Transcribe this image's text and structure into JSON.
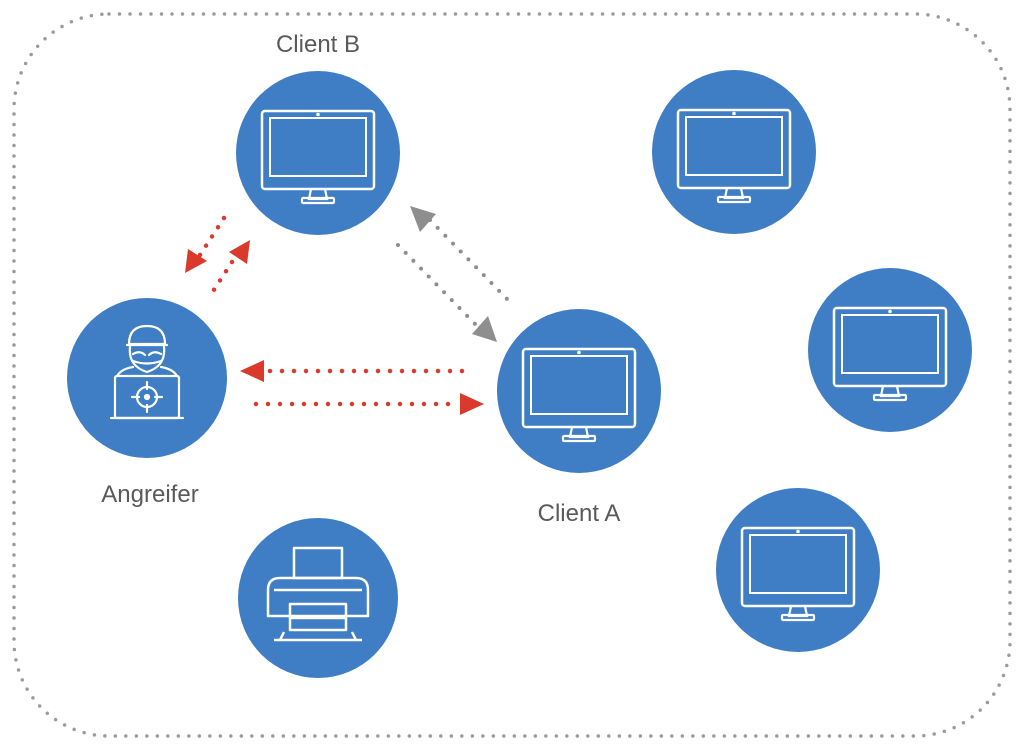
{
  "diagram": {
    "labels": {
      "client_b": "Client B",
      "client_a": "Client A",
      "attacker": "Angreifer"
    },
    "nodes": [
      {
        "id": "client-b",
        "icon": "monitor-icon",
        "label_key": "client_b"
      },
      {
        "id": "client-a",
        "icon": "monitor-icon",
        "label_key": "client_a"
      },
      {
        "id": "attacker",
        "icon": "hacker-icon",
        "label_key": "attacker"
      },
      {
        "id": "monitor-top-right",
        "icon": "monitor-icon"
      },
      {
        "id": "monitor-mid-right",
        "icon": "monitor-icon"
      },
      {
        "id": "monitor-bottom-right",
        "icon": "monitor-icon"
      },
      {
        "id": "printer",
        "icon": "printer-icon"
      }
    ],
    "connections": [
      {
        "from": "client-b",
        "to": "client-a",
        "style": "dotted",
        "color": "#8e8e8e",
        "direction": "bidirectional"
      },
      {
        "from": "attacker",
        "to": "client-a",
        "style": "dotted",
        "color": "#d93a2b",
        "direction": "bidirectional"
      },
      {
        "from": "attacker",
        "to": "client-b",
        "style": "dotted",
        "color": "#d93a2b",
        "direction": "bidirectional"
      }
    ],
    "colors": {
      "node_fill": "#3f7ec4",
      "icon_stroke": "#ffffff",
      "attack_arrow": "#d93a2b",
      "normal_arrow": "#8e8e8e",
      "boundary": "#9b9b9b",
      "label": "#5a5a5a"
    }
  }
}
